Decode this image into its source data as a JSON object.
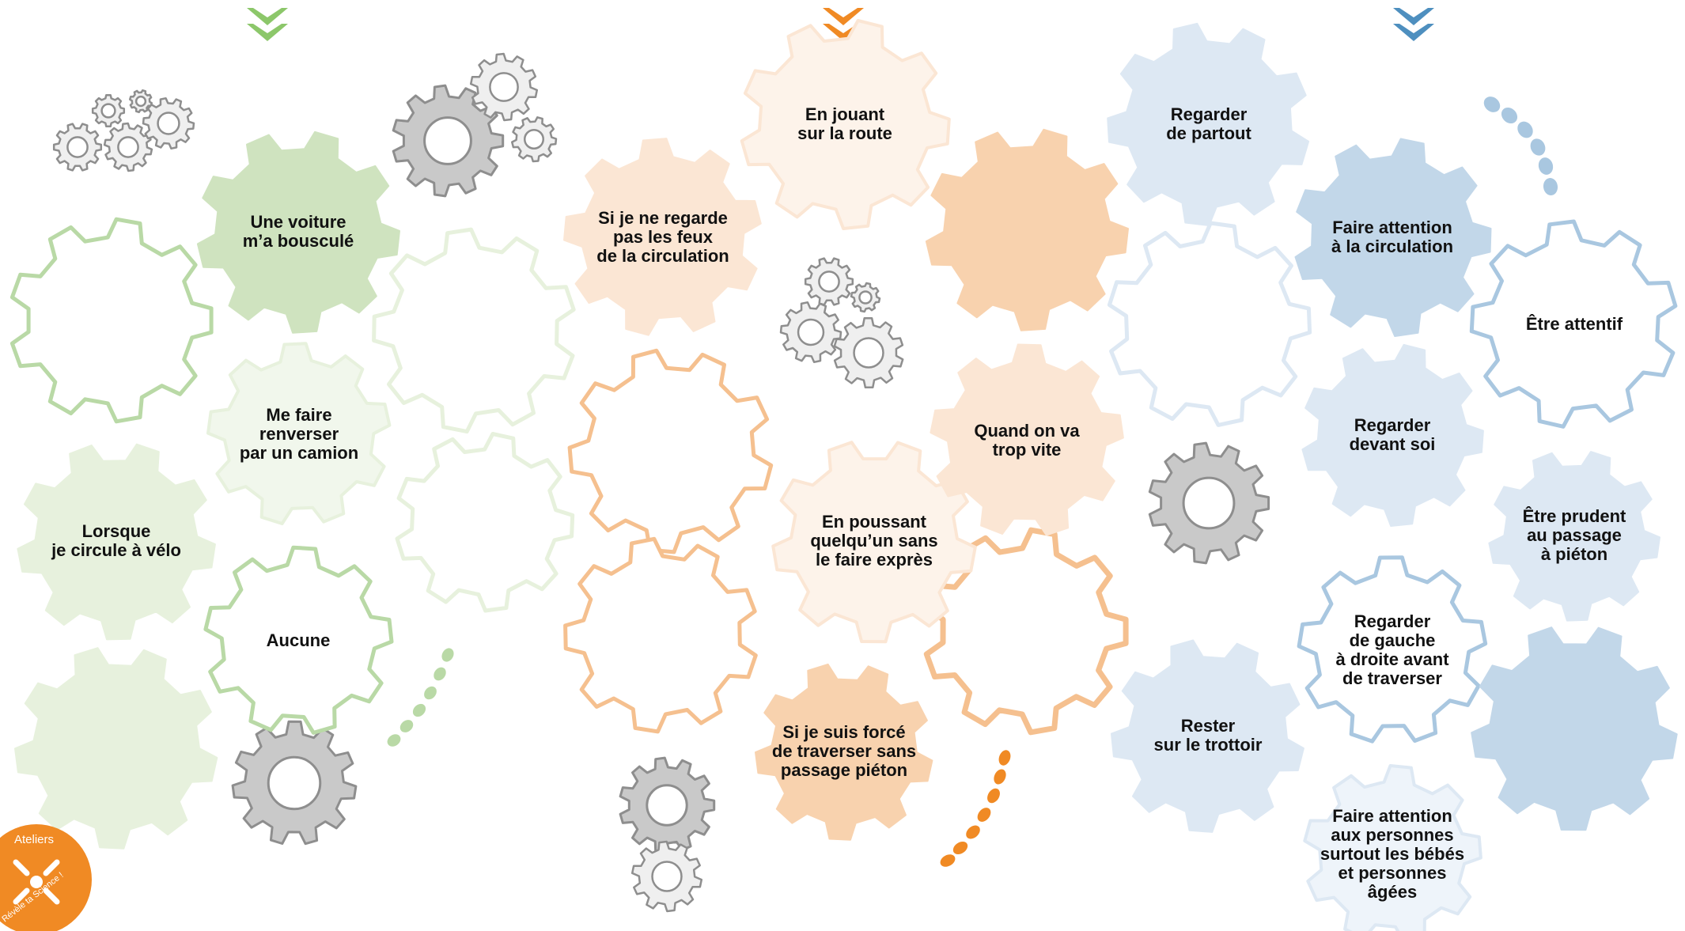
{
  "columns": [
    {
      "id": "green",
      "colors": {
        "arrow": "#8cc76a",
        "fill_strong": "#cfe3bf",
        "fill_light": "#e7f1dd",
        "fill_pale": "#f1f7ec",
        "outline": "#b9d9a6",
        "dots": "#b9d9a6"
      },
      "gears": [
        {
          "id": "voiture",
          "text": "Une voiture\nm’a bousculé"
        },
        {
          "id": "camion",
          "text": "Me faire\nrenverser\npar un camion"
        },
        {
          "id": "velo",
          "text": "Lorsque\nje circule à vélo"
        },
        {
          "id": "aucune",
          "text": "Aucune"
        }
      ]
    },
    {
      "id": "orange",
      "colors": {
        "arrow": "#f08a24",
        "fill_strong": "#f8d2ae",
        "fill_light": "#fbe6d4",
        "fill_pale": "#fdf3ea",
        "outline": "#f5c08f",
        "dots": "#f08a24"
      },
      "gears": [
        {
          "id": "route",
          "text": "En jouant\nsur la route"
        },
        {
          "id": "feux",
          "text": "Si je ne regarde\npas les feux\nde la circulation"
        },
        {
          "id": "vite",
          "text": "Quand on va\ntrop vite"
        },
        {
          "id": "poussant",
          "text": "En poussant\nquelqu’un sans\nle faire exprès"
        },
        {
          "id": "force",
          "text": "Si je suis forcé\nde traverser sans\npassage piéton"
        }
      ]
    },
    {
      "id": "blue",
      "colors": {
        "arrow": "#4e8fbf",
        "fill_strong": "#c2d7e9",
        "fill_light": "#dde8f3",
        "fill_pale": "#eef4fa",
        "outline": "#a9c7e0",
        "dots": "#a9c7e0"
      },
      "gears": [
        {
          "id": "partout",
          "text": "Regarder\nde partout"
        },
        {
          "id": "circulation",
          "text": "Faire attention\nà la circulation"
        },
        {
          "id": "attentif",
          "text": "Être attentif"
        },
        {
          "id": "devant",
          "text": "Regarder\ndevant soi"
        },
        {
          "id": "prudent",
          "text": "Être prudent\nau passage\nà piéton"
        },
        {
          "id": "gauche",
          "text": "Regarder\nde gauche\nà droite avant\nde traverser"
        },
        {
          "id": "trottoir",
          "text": "Rester\nsur le trottoir"
        },
        {
          "id": "personnes",
          "text": "Faire attention\naux personnes\nsurtout les bébés\net personnes\nâgées"
        }
      ]
    }
  ],
  "grey_gear_colors": {
    "fill": "#c9c9c9",
    "stroke": "#8e8e8e",
    "light": "#efefef"
  },
  "logo": {
    "title": "Ateliers",
    "subtitle": "Révèle ta Science !",
    "color": "#f08a24"
  }
}
